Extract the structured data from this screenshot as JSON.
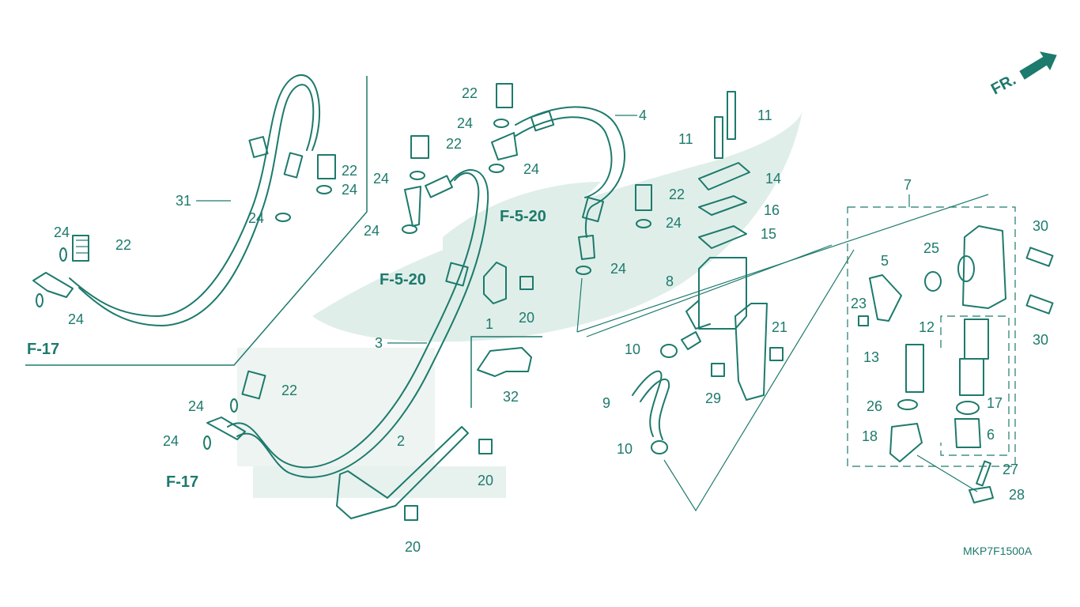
{
  "diagram": {
    "code": "MKP7F1500A",
    "direction_label": "FR.",
    "colors": {
      "line": "#1d7a6c",
      "watermark": "#dfeee9",
      "background": "#ffffff"
    },
    "icons": [
      "front-direction-arrow-icon",
      "manufacturer-watermark-logo"
    ],
    "callouts": {
      "p1": "1",
      "p2": "2",
      "p3": "3",
      "p4": "4",
      "p5": "5",
      "p6": "6",
      "p7": "7",
      "p8": "8",
      "p9": "9",
      "p10a": "10",
      "p10b": "10",
      "p11a": "11",
      "p11b": "11",
      "p12": "12",
      "p13": "13",
      "p14": "14",
      "p15": "15",
      "p16": "16",
      "p17": "17",
      "p18": "18",
      "p20a": "20",
      "p20b": "20",
      "p20c": "20",
      "p21": "21",
      "p22a": "22",
      "p22b": "22",
      "p22c": "22",
      "p22d": "22",
      "p22e": "22",
      "p22f": "22",
      "p23": "23",
      "p24a": "24",
      "p24b": "24",
      "p24c": "24",
      "p24d": "24",
      "p24e": "24",
      "p24f": "24",
      "p24g": "24",
      "p24h": "24",
      "p24i": "24",
      "p24j": "24",
      "p24k": "24",
      "p24l": "24",
      "p25": "25",
      "p26": "26",
      "p27": "27",
      "p28": "28",
      "p29": "29",
      "p30a": "30",
      "p30b": "30",
      "p31": "31",
      "p32": "32"
    },
    "references": {
      "f17a": "F-17",
      "f17b": "F-17",
      "f520a": "F-5-20",
      "f520b": "F-5-20"
    }
  }
}
